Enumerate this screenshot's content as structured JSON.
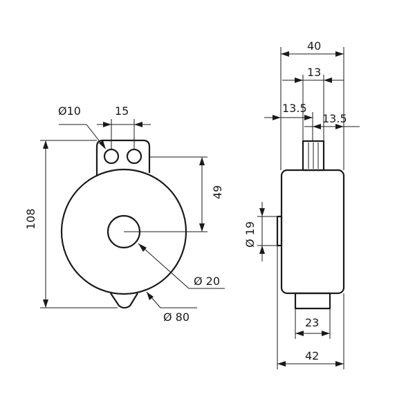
{
  "front_view": {
    "dim_hole_diameter": "Ø10",
    "dim_hole_spacing": "15",
    "dim_height_total": "108",
    "dim_height_upper": "49",
    "dim_center_diameter": "Ø 20",
    "dim_body_diameter": "Ø 80"
  },
  "side_view": {
    "dim_width_total": "40",
    "dim_width_mid": "13",
    "dim_offset_left": "13.5",
    "dim_offset_right": "13.5",
    "dim_boss_diameter": "Ø 19",
    "dim_base": "23",
    "dim_bottom_width": "42"
  },
  "colors": {
    "line": "#1a1a1a",
    "background": "#ffffff"
  }
}
